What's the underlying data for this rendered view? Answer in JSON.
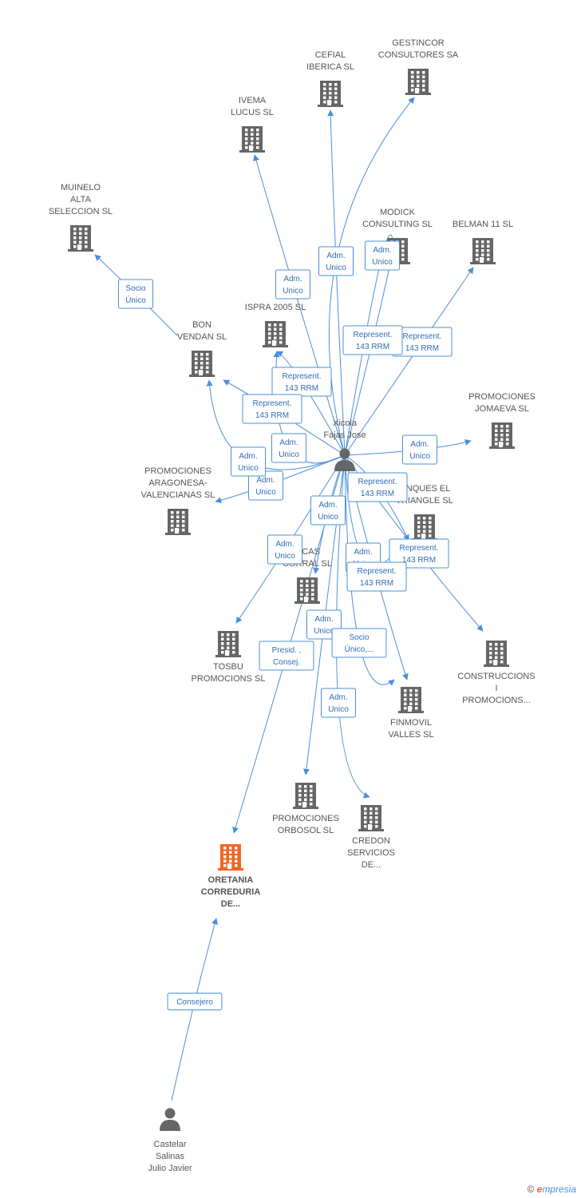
{
  "colors": {
    "edge": "#4a90d9",
    "company": "#666666",
    "focus": "#f26522",
    "person": "#666666",
    "label": "#555555"
  },
  "nodes": [
    {
      "id": "gestincor",
      "type": "company",
      "lines": [
        "GESTINCOR",
        "CONSULTORES SA"
      ]
    },
    {
      "id": "cefial",
      "type": "company",
      "lines": [
        "CEFIAL",
        "IBERICA SL"
      ]
    },
    {
      "id": "ivema",
      "type": "company",
      "lines": [
        "IVEMA",
        "LUCUS SL"
      ]
    },
    {
      "id": "muinelo",
      "type": "company",
      "lines": [
        "MUINELO",
        "ALTA",
        "SELECCION SL"
      ]
    },
    {
      "id": "modick",
      "type": "company",
      "lines": [
        "MODICK",
        "CONSULTING SL"
      ]
    },
    {
      "id": "belman",
      "type": "company",
      "lines": [
        "BELMAN 11 SL"
      ]
    },
    {
      "id": "ispra",
      "type": "company",
      "lines": [
        "ISPRA 2005 SL"
      ]
    },
    {
      "id": "bonvendan",
      "type": "company",
      "lines": [
        "BON",
        "VENDAN SL"
      ]
    },
    {
      "id": "jomaeva",
      "type": "company",
      "lines": [
        "PROMOCIONES",
        "JOMAEVA SL"
      ]
    },
    {
      "id": "aragonesa",
      "type": "company",
      "lines": [
        "PROMOCIONES",
        "ARAGONESA-",
        "VALENCIANAS SL"
      ]
    },
    {
      "id": "triangle",
      "type": "company",
      "lines": [
        "...NQUES EL",
        "TRIANGLE SL"
      ]
    },
    {
      "id": "corral",
      "type": "company",
      "lines": [
        "...CAS",
        "CORRAL SL"
      ]
    },
    {
      "id": "tosbu",
      "type": "company",
      "lines": [
        "TOSBU",
        "PROMOCIONS SL"
      ]
    },
    {
      "id": "construccions",
      "type": "company",
      "lines": [
        "CONSTRUCCIONS",
        "I",
        "PROMOCIONS..."
      ]
    },
    {
      "id": "finmovil",
      "type": "company",
      "lines": [
        "FINMOVIL",
        "VALLES SL"
      ]
    },
    {
      "id": "orbosol",
      "type": "company",
      "lines": [
        "PROMOCIONES",
        "ORBOSOL SL"
      ]
    },
    {
      "id": "credon",
      "type": "company",
      "lines": [
        "CREDON",
        "SERVICIOS",
        "DE..."
      ]
    },
    {
      "id": "oretania",
      "type": "focus",
      "lines": [
        "ORETANIA",
        "CORREDURIA",
        "DE..."
      ]
    },
    {
      "id": "xicola",
      "type": "person",
      "lines": [
        "Xicola",
        "Fajas Jose"
      ]
    },
    {
      "id": "castelar",
      "type": "person",
      "lines": [
        "Castelar",
        "Salinas",
        "Julio Javier"
      ]
    }
  ],
  "edges": [
    {
      "from": "xicola",
      "to": "gestincor",
      "lines": [
        "Adm.",
        "Unico"
      ]
    },
    {
      "from": "xicola",
      "to": "cefial",
      "lines": [
        "Adm.",
        "Unico"
      ]
    },
    {
      "from": "xicola",
      "to": "ivema",
      "lines": [
        "Adm.",
        "Unico"
      ]
    },
    {
      "from": "bonvendan",
      "to": "muinelo",
      "lines": [
        "Socio",
        "Único"
      ]
    },
    {
      "from": "xicola",
      "to": "modick",
      "lines": [
        "Adm.",
        "Unico"
      ]
    },
    {
      "from": "xicola",
      "to": "belman",
      "lines": [
        "Represent.",
        "143 RRM"
      ]
    },
    {
      "from": "xicola",
      "to": "modick",
      "lines": [
        "Represent.",
        "143 RRM"
      ]
    },
    {
      "from": "xicola",
      "to": "ispra",
      "lines": [
        "Represent.",
        "143 RRM"
      ]
    },
    {
      "from": "xicola",
      "to": "bonvendan",
      "lines": [
        "Represent.",
        "143 RRM"
      ]
    },
    {
      "from": "xicola",
      "to": "ispra",
      "lines": [
        "Adm.",
        "Unico"
      ]
    },
    {
      "from": "xicola",
      "to": "jomaeva",
      "lines": [
        "Adm.",
        "Unico"
      ]
    },
    {
      "from": "xicola",
      "to": "aragonesa",
      "lines": [
        "Adm.",
        "Unico"
      ]
    },
    {
      "from": "xicola",
      "to": "bonvendan",
      "lines": [
        "Adm.",
        "Unico"
      ]
    },
    {
      "from": "xicola",
      "to": "triangle",
      "lines": [
        "Represent.",
        "143 RRM"
      ]
    },
    {
      "from": "xicola",
      "to": "corral",
      "lines": [
        "Adm.",
        "Unico"
      ]
    },
    {
      "from": "xicola",
      "to": "tosbu",
      "lines": [
        "Adm.",
        "Unico"
      ]
    },
    {
      "from": "xicola",
      "to": "construccions",
      "lines": [
        "Represent.",
        "143 RRM"
      ]
    },
    {
      "from": "xicola",
      "to": "triangle",
      "lines": [
        "Adm.",
        "Unico"
      ]
    },
    {
      "from": "xicola",
      "to": "finmovil",
      "lines": [
        "Represent.",
        "143 RRM"
      ]
    },
    {
      "from": "xicola",
      "to": "orbosol",
      "lines": [
        "Adm.",
        "Unico"
      ]
    },
    {
      "from": "xicola",
      "to": "finmovil",
      "lines": [
        "Socio",
        "Único,..."
      ]
    },
    {
      "from": "xicola",
      "to": "credon",
      "lines": [
        "Adm.",
        "Unico"
      ]
    },
    {
      "from": "xicola",
      "to": "oretania",
      "lines": [
        "Presid. ,",
        "Consej."
      ]
    },
    {
      "from": "castelar",
      "to": "oretania",
      "lines": [
        "Consejero"
      ]
    }
  ],
  "brand": {
    "copyright": "©",
    "first_letter": "e",
    "rest": "mpresia"
  }
}
